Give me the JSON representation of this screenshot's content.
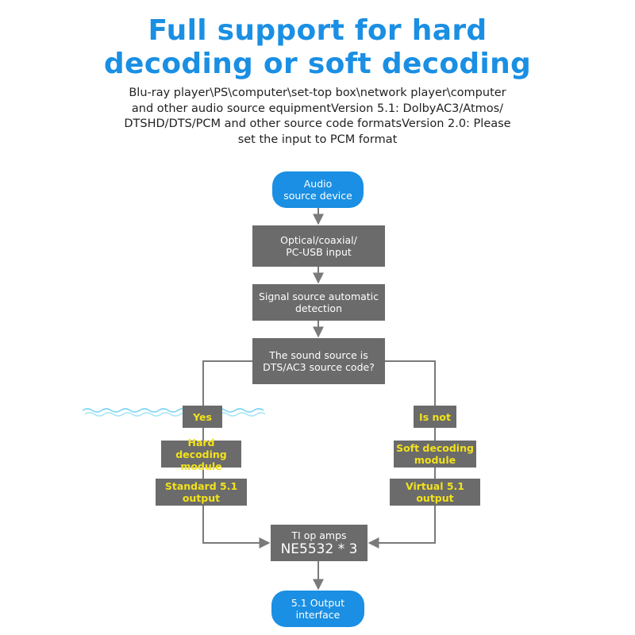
{
  "title": {
    "line1": "Full support for hard",
    "line2": "decoding or soft decoding"
  },
  "subtitle": {
    "line1": "Blu-ray player\\PS\\computer\\set-top box\\network player\\computer",
    "line2": "and other audio source equipmentVersion 5.1: DolbyAC3/Atmos/",
    "line3": "DTSHD/DTS/PCM and other source code formatsVersion 2.0: Please",
    "line4": "set the input to PCM format"
  },
  "flow": {
    "audio_source": {
      "line1": "Audio",
      "line2": "source device"
    },
    "input": {
      "line1": "Optical/coaxial/",
      "line2": "PC-USB input"
    },
    "detection": {
      "line1": "Signal source automatic",
      "line2": "detection"
    },
    "question": {
      "line1": "The sound source is",
      "line2": "DTS/AC3 source code?"
    },
    "yes": "Yes",
    "is_not": "Is not",
    "hard_decoding": {
      "line1": "Hard decoding",
      "line2": "module"
    },
    "soft_decoding": {
      "line1": "Soft decoding",
      "line2": "module"
    },
    "standard_output": {
      "line1": "Standard 5.1",
      "line2": "output"
    },
    "virtual_output": "Virtual 5.1 output",
    "op_amps": {
      "line1": "TI  op amps",
      "line2": "NE5532 * 3"
    },
    "output_interface": {
      "line1": "5.1 Output",
      "line2": "interface"
    }
  },
  "colors": {
    "title_blue": "#1a8fe3",
    "node_blue": "#1a8fe3",
    "node_gray": "#6b6b6b",
    "label_yellow": "#f2e21a",
    "connector": "#7a7a7a"
  }
}
